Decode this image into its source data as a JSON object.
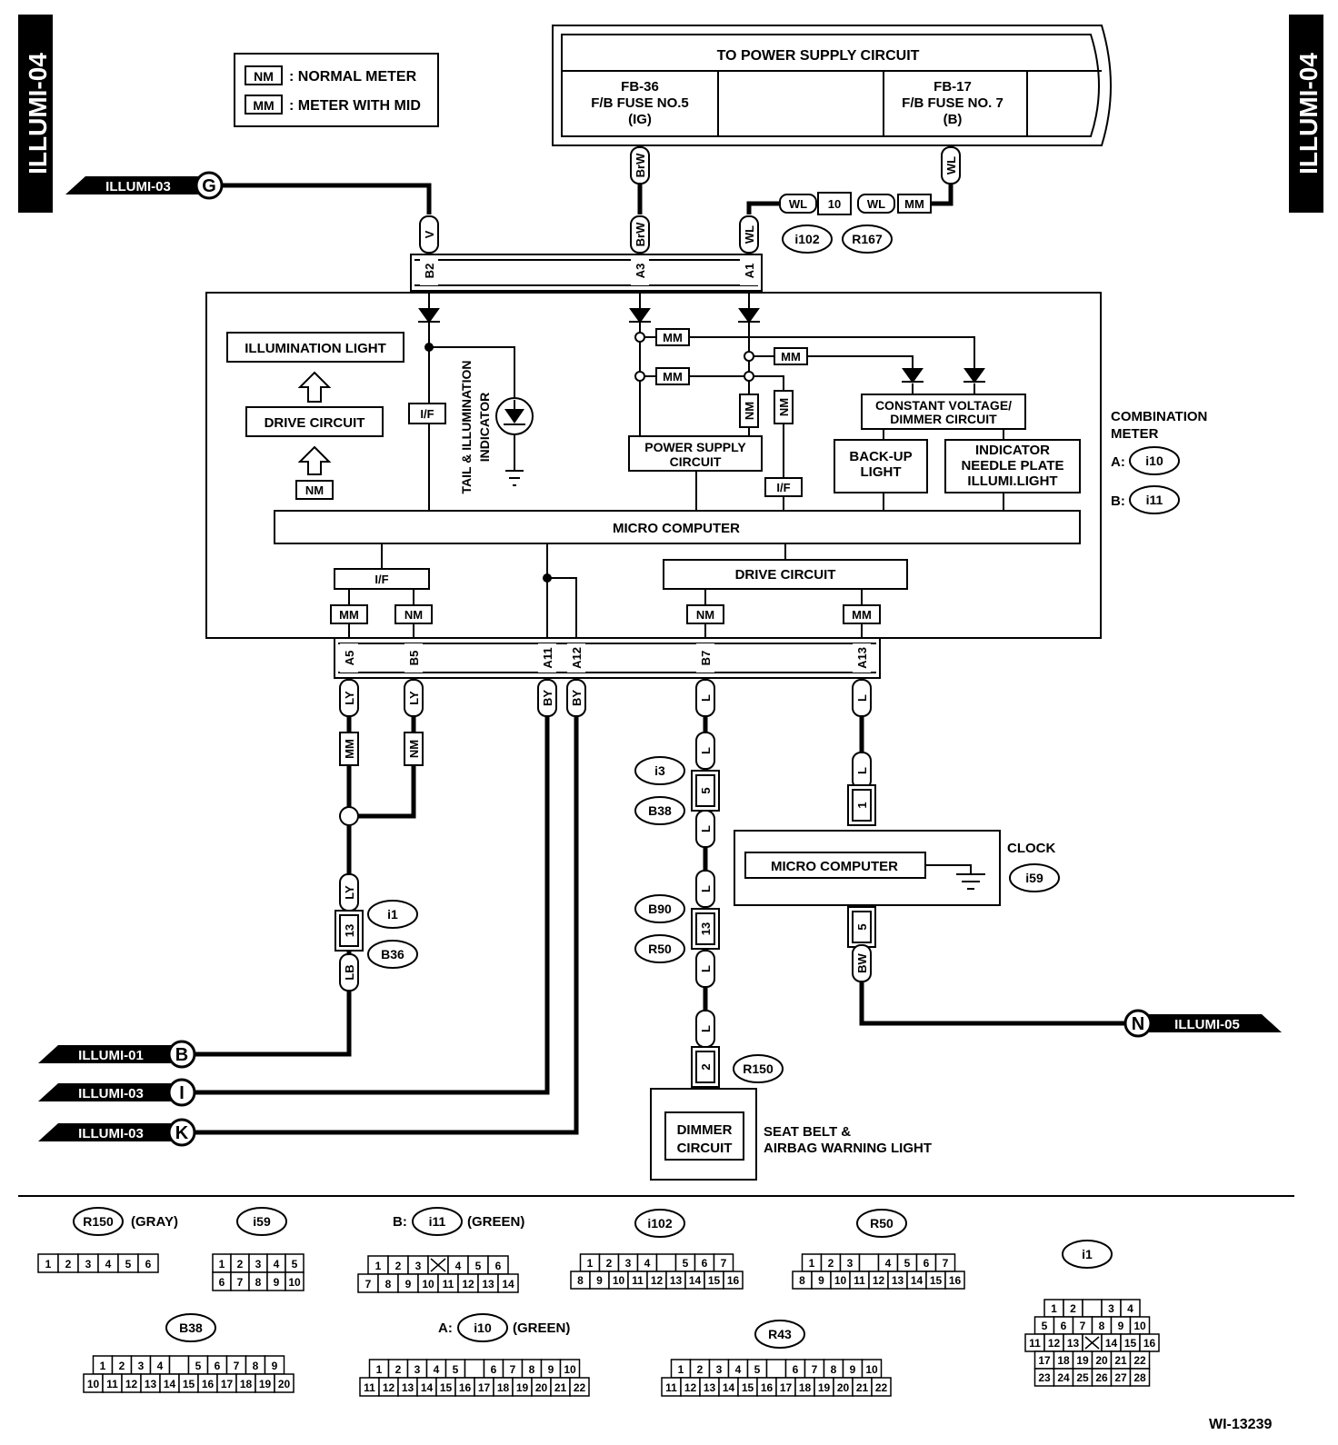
{
  "page_tag": "ILLUMI-04",
  "figure_code": "WI-13239",
  "legend": [
    {
      "code": "NM",
      "text": ": NORMAL METER"
    },
    {
      "code": "MM",
      "text": ": METER WITH MID"
    }
  ],
  "power_supply": {
    "title": "TO POWER SUPPLY CIRCUIT",
    "fuse_left": [
      "FB-36",
      "F/B FUSE NO.5",
      "(IG)"
    ],
    "fuse_right": [
      "FB-17",
      "F/B FUSE NO. 7",
      "(B)"
    ]
  },
  "wires": {
    "V": "V",
    "BrW": "BrW",
    "WL": "WL",
    "LY": "LY",
    "LB": "LB",
    "BY": "BY",
    "L": "L",
    "BW": "BW",
    "MM": "MM",
    "NM": "NM"
  },
  "pins": {
    "B2": "B2",
    "A3": "A3",
    "A1": "A1",
    "A5": "A5",
    "B5": "B5",
    "A11": "A11",
    "A12": "A12",
    "B7": "B7",
    "A13": "A13",
    "p10": "10",
    "p13": "13",
    "p5": "5",
    "p1": "1",
    "p2": "2"
  },
  "meter": {
    "illumination_light": "ILLUMINATION LIGHT",
    "drive_circuit": "DRIVE CIRCUIT",
    "if": "I/F",
    "tail_indicator": [
      "TAIL & ILLUMINATION",
      "INDICATOR"
    ],
    "power_supply_circuit": [
      "POWER SUPPLY",
      "CIRCUIT"
    ],
    "constant_voltage": [
      "CONSTANT VOLTAGE/",
      "DIMMER CIRCUIT"
    ],
    "backup_light": [
      "BACK-UP",
      "LIGHT"
    ],
    "indicator_plate": [
      "INDICATOR",
      "NEEDLE PLATE",
      "ILLUMI.LIGHT"
    ],
    "micro_computer": "MICRO COMPUTER",
    "label": [
      "COMBINATION",
      "METER"
    ],
    "conn_a_prefix": "A:",
    "conn_b_prefix": "B:",
    "conn_a": "i10",
    "conn_b": "i11"
  },
  "offpage": {
    "G": {
      "label": "ILLUMI-03",
      "letter": "G"
    },
    "B": {
      "label": "ILLUMI-01",
      "letter": "B"
    },
    "I": {
      "label": "ILLUMI-03",
      "letter": "I"
    },
    "K": {
      "label": "ILLUMI-03",
      "letter": "K"
    },
    "N": {
      "label": "ILLUMI-05",
      "letter": "N"
    }
  },
  "connectors": {
    "i102": "i102",
    "R167": "R167",
    "i1": "i1",
    "B36": "B36",
    "i3": "i3",
    "B38": "B38",
    "B90": "B90",
    "R50": "R50",
    "R150": "R150",
    "i59": "i59"
  },
  "clock": {
    "title": "CLOCK",
    "micro": "MICRO COMPUTER"
  },
  "dimmer": {
    "box": [
      "DIMMER",
      "CIRCUIT"
    ],
    "label": [
      "SEAT BELT &",
      "AIRBAG WARNING LIGHT"
    ]
  },
  "connector_views": [
    {
      "id": "R150",
      "note": "(GRAY)"
    },
    {
      "id": "i59",
      "note": ""
    },
    {
      "id": "i11",
      "prefix": "B:",
      "note": "(GREEN)"
    },
    {
      "id": "i102",
      "note": ""
    },
    {
      "id": "R50",
      "note": ""
    },
    {
      "id": "i1",
      "note": ""
    },
    {
      "id": "B38",
      "note": ""
    },
    {
      "id": "i10",
      "prefix": "A:",
      "note": "(GREEN)"
    },
    {
      "id": "R43",
      "note": ""
    }
  ],
  "pinouts": {
    "R150": [
      [
        "1",
        "2",
        "3",
        "4",
        "5",
        "6"
      ]
    ],
    "i59": [
      [
        "1",
        "2",
        "3",
        "4",
        "5"
      ],
      [
        "6",
        "7",
        "8",
        "9",
        "10"
      ]
    ],
    "i11": [
      [
        "1",
        "2",
        "3",
        "X",
        "4",
        "5",
        "6"
      ],
      [
        "7",
        "8",
        "9",
        "10",
        "11",
        "12",
        "13",
        "14"
      ]
    ],
    "i102": [
      [
        "1",
        "2",
        "3",
        "4",
        "",
        "5",
        "6",
        "7"
      ],
      [
        "8",
        "9",
        "10",
        "11",
        "12",
        "13",
        "14",
        "15",
        "16"
      ]
    ],
    "R50": [
      [
        "1",
        "2",
        "3",
        "",
        "4",
        "5",
        "6",
        "7"
      ],
      [
        "8",
        "9",
        "10",
        "11",
        "12",
        "13",
        "14",
        "15",
        "16"
      ]
    ],
    "B38": [
      [
        "1",
        "2",
        "3",
        "4",
        "",
        "5",
        "6",
        "7",
        "8",
        "9"
      ],
      [
        "10",
        "11",
        "12",
        "13",
        "14",
        "15",
        "16",
        "17",
        "18",
        "19",
        "20"
      ]
    ],
    "i10": [
      [
        "1",
        "2",
        "3",
        "4",
        "5",
        "",
        "6",
        "7",
        "8",
        "9",
        "10"
      ],
      [
        "11",
        "12",
        "13",
        "14",
        "15",
        "16",
        "17",
        "18",
        "19",
        "20",
        "21",
        "22"
      ]
    ],
    "R43": [
      [
        "1",
        "2",
        "3",
        "4",
        "5",
        "",
        "6",
        "7",
        "8",
        "9",
        "10"
      ],
      [
        "11",
        "12",
        "13",
        "14",
        "15",
        "16",
        "17",
        "18",
        "19",
        "20",
        "21",
        "22"
      ]
    ],
    "i1": [
      [
        "1",
        "2",
        "",
        "3",
        "4"
      ],
      [
        "5",
        "6",
        "7",
        "8",
        "9",
        "10"
      ],
      [
        "11",
        "12",
        "13",
        "X",
        "14",
        "15",
        "16"
      ],
      [
        "17",
        "18",
        "19",
        "20",
        "21",
        "22"
      ],
      [
        "23",
        "24",
        "25",
        "26",
        "27",
        "28"
      ]
    ]
  }
}
